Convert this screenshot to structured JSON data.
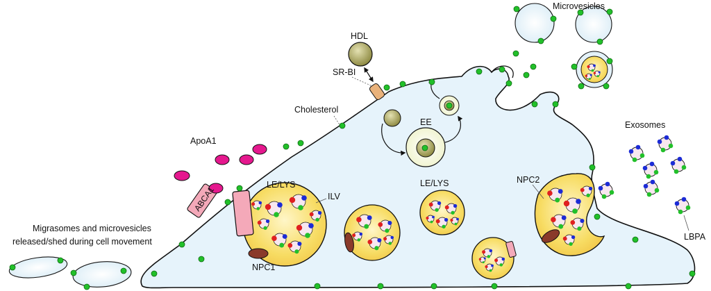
{
  "labels": {
    "hdl": "HDL",
    "sr_bi": "SR-BI",
    "microvesicles": "Microvesicles",
    "cholesterol": "Cholesterol",
    "apoa1": "ApoA1",
    "abca1": "ABCA1",
    "ee": "EE",
    "le_lys_left": "LE/LYS",
    "le_lys_mid": "LE/LYS",
    "ilv": "ILV",
    "npc1": "NPC1",
    "npc2": "NPC2",
    "exosomes": "Exosomes",
    "lbpa": "LBPA",
    "migrasomes_line1": "Migrasomes and microvesicles",
    "migrasomes_line2": "released/shed during cell movement"
  },
  "colors": {
    "cell_fill": "#e6f3fb",
    "membrane": "#111111",
    "cholesterol": "#22c02a",
    "lysosome": "#f7de6a",
    "hdl": "#a7a45a",
    "apoa1": "#e5188e",
    "abca1": "#f4a9b9",
    "npc1": "#8a3a2a",
    "lbpa_red": "#e02020",
    "lbpa_blue": "#1c2bd6",
    "ilv": "#f7e7ef",
    "sr_bi": "#e9b27b"
  }
}
